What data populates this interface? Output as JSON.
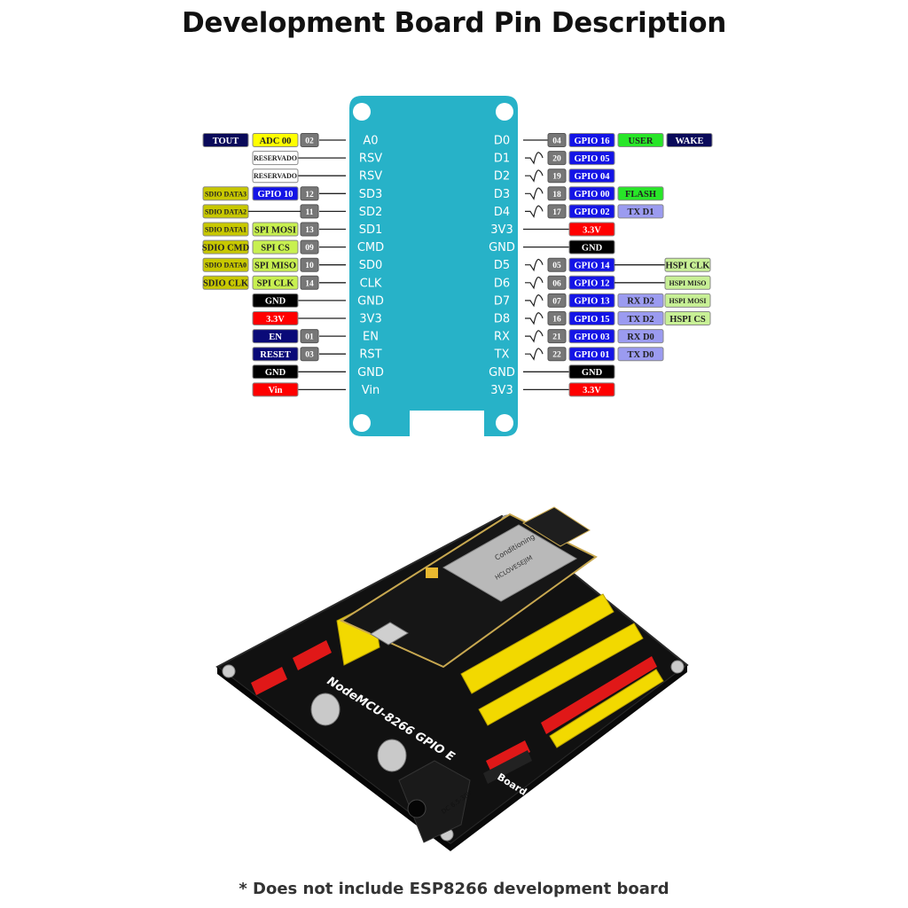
{
  "title": "Development Board Pin Description",
  "footnote": "* Does not include ESP8266 development board",
  "colors": {
    "board": "#27b2c8",
    "pin_number": "#777777",
    "gpio": "#1414e6",
    "tout": "#0a0a5a",
    "adc": "#ffff00",
    "reservado": "#ffffff",
    "sdio": "#c8c800",
    "spi": "#c8f050",
    "gnd": "#000000",
    "power": "#ff0000",
    "en_reset": "#0a0a78",
    "user": "#28e628",
    "wake": "#0a0a5a",
    "flash": "#28e628",
    "uart": "#9b9bf0",
    "hspi": "#c8f096"
  },
  "left_pins": [
    {
      "label": "A0",
      "number": "02",
      "tags": [
        {
          "text": "TOUT",
          "type": "tout"
        },
        {
          "text": "ADC 00",
          "type": "adc"
        }
      ],
      "line": "straight"
    },
    {
      "label": "RSV",
      "number": "",
      "tags": [
        {
          "text": "RESERVADO",
          "type": "reservado"
        }
      ],
      "line": "straight"
    },
    {
      "label": "RSV",
      "number": "",
      "tags": [
        {
          "text": "RESERVADO",
          "type": "reservado"
        }
      ],
      "line": "straight"
    },
    {
      "label": "SD3",
      "number": "12",
      "tags": [
        {
          "text": "SDIO DATA3",
          "type": "sdio"
        },
        {
          "text": "GPIO 10",
          "type": "gpio"
        }
      ],
      "line": "straight"
    },
    {
      "label": "SD2",
      "number": "11",
      "tags": [
        {
          "text": "SDIO DATA2",
          "type": "sdio"
        }
      ],
      "line": "straight"
    },
    {
      "label": "SD1",
      "number": "13",
      "tags": [
        {
          "text": "SDIO DATA1",
          "type": "sdio"
        },
        {
          "text": "SPI MOSI",
          "type": "spi"
        }
      ],
      "line": "straight"
    },
    {
      "label": "CMD",
      "number": "09",
      "tags": [
        {
          "text": "SDIO CMD",
          "type": "sdio"
        },
        {
          "text": "SPI CS",
          "type": "spi"
        }
      ],
      "line": "straight"
    },
    {
      "label": "SD0",
      "number": "10",
      "tags": [
        {
          "text": "SDIO DATA0",
          "type": "sdio"
        },
        {
          "text": "SPI MISO",
          "type": "spi"
        }
      ],
      "line": "straight"
    },
    {
      "label": "CLK",
      "number": "14",
      "tags": [
        {
          "text": "SDIO CLK",
          "type": "sdio"
        },
        {
          "text": "SPI CLK",
          "type": "spi"
        }
      ],
      "line": "straight"
    },
    {
      "label": "GND",
      "number": "",
      "tags": [
        {
          "text": "GND",
          "type": "gnd"
        }
      ],
      "line": "straight"
    },
    {
      "label": "3V3",
      "number": "",
      "tags": [
        {
          "text": "3.3V",
          "type": "power"
        }
      ],
      "line": "straight"
    },
    {
      "label": "EN",
      "number": "01",
      "tags": [
        {
          "text": "EN",
          "type": "en_reset"
        }
      ],
      "line": "straight"
    },
    {
      "label": "RST",
      "number": "03",
      "tags": [
        {
          "text": "RESET",
          "type": "en_reset"
        }
      ],
      "line": "straight"
    },
    {
      "label": "GND",
      "number": "",
      "tags": [
        {
          "text": "GND",
          "type": "gnd"
        }
      ],
      "line": "straight"
    },
    {
      "label": "Vin",
      "number": "",
      "tags": [
        {
          "text": "Vin",
          "type": "power"
        }
      ],
      "line": "straight"
    }
  ],
  "right_pins": [
    {
      "label": "D0",
      "number": "04",
      "gpio": "GPIO 16",
      "extra": [
        {
          "text": "USER",
          "type": "user"
        },
        {
          "text": "WAKE",
          "type": "wake"
        }
      ],
      "hspi": "",
      "line": "straight"
    },
    {
      "label": "D1",
      "number": "20",
      "gpio": "GPIO 05",
      "extra": [],
      "hspi": "",
      "line": "pwm"
    },
    {
      "label": "D2",
      "number": "19",
      "gpio": "GPIO 04",
      "extra": [],
      "hspi": "",
      "line": "pwm"
    },
    {
      "label": "D3",
      "number": "18",
      "gpio": "GPIO 00",
      "extra": [
        {
          "text": "FLASH",
          "type": "flash"
        }
      ],
      "hspi": "",
      "line": "pwm"
    },
    {
      "label": "D4",
      "number": "17",
      "gpio": "GPIO 02",
      "extra": [
        {
          "text": "TX D1",
          "type": "uart"
        }
      ],
      "hspi": "",
      "line": "pwm"
    },
    {
      "label": "3V3",
      "number": "",
      "gpio": "",
      "power": {
        "text": "3.3V",
        "type": "power"
      },
      "extra": [],
      "hspi": "",
      "line": "straight"
    },
    {
      "label": "GND",
      "number": "",
      "gpio": "",
      "power": {
        "text": "GND",
        "type": "gnd"
      },
      "extra": [],
      "hspi": "",
      "line": "straight"
    },
    {
      "label": "D5",
      "number": "05",
      "gpio": "GPIO 14",
      "extra": [],
      "hspi": "HSPI CLK",
      "line": "pwm"
    },
    {
      "label": "D6",
      "number": "06",
      "gpio": "GPIO 12",
      "extra": [],
      "hspi": "HSPI MISO",
      "line": "pwm"
    },
    {
      "label": "D7",
      "number": "07",
      "gpio": "GPIO 13",
      "extra": [
        {
          "text": "RX D2",
          "type": "uart"
        }
      ],
      "hspi": "HSPI MOSI",
      "line": "pwm"
    },
    {
      "label": "D8",
      "number": "16",
      "gpio": "GPIO 15",
      "extra": [
        {
          "text": "TX D2",
          "type": "uart"
        }
      ],
      "hspi": "HSPI CS",
      "line": "pwm"
    },
    {
      "label": "RX",
      "number": "21",
      "gpio": "GPIO 03",
      "extra": [
        {
          "text": "RX D0",
          "type": "uart"
        }
      ],
      "hspi": "",
      "line": "pwm"
    },
    {
      "label": "TX",
      "number": "22",
      "gpio": "GPIO 01",
      "extra": [
        {
          "text": "TX D0",
          "type": "uart"
        }
      ],
      "hspi": "",
      "line": "pwm"
    },
    {
      "label": "GND",
      "number": "",
      "gpio": "",
      "power": {
        "text": "GND",
        "type": "gnd"
      },
      "extra": [],
      "hspi": "",
      "line": "straight"
    },
    {
      "label": "3V3",
      "number": "",
      "gpio": "",
      "power": {
        "text": "3.3V",
        "type": "power"
      },
      "extra": [],
      "hspi": "",
      "line": "straight"
    }
  ],
  "product_photo": {
    "silkscreen_title": "NodeMCU-8266 GPIO E",
    "silkscreen_suffix": "Board",
    "module_text": [
      "Conditioning",
      "HCLOVESEJIM"
    ],
    "dc_label": "DC 6.5-30V"
  }
}
